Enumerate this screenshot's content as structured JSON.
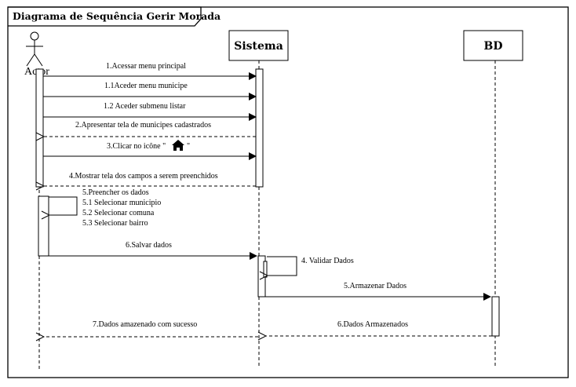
{
  "diagram": {
    "title": "Diagrama de Sequência Gerir Morada",
    "participants": {
      "actor": "Actor",
      "sistema": "Sistema",
      "bd": "BD"
    },
    "messages": [
      "1.Acessar menu principal",
      "1.1Aceder menu municipe",
      "1.2 Aceder submenu listar",
      "2.Apresentar tela de municipes cadastrados",
      "3.Clicar no icône \"",
      "\"",
      "4.Mostrar tela dos campos a serem preenchidos",
      "5.Preencher os dados",
      "5.1 Selecionar municipio",
      "5.2 Selecionar comuna",
      "5.3 Selecionar bairro",
      "6.Salvar dados",
      "4. Validar Dados",
      "5.Armazenar Dados",
      "6.Dados Armazenados",
      "7.Dados amazenado com sucesso"
    ],
    "icons": {
      "home": "home-icon"
    }
  }
}
